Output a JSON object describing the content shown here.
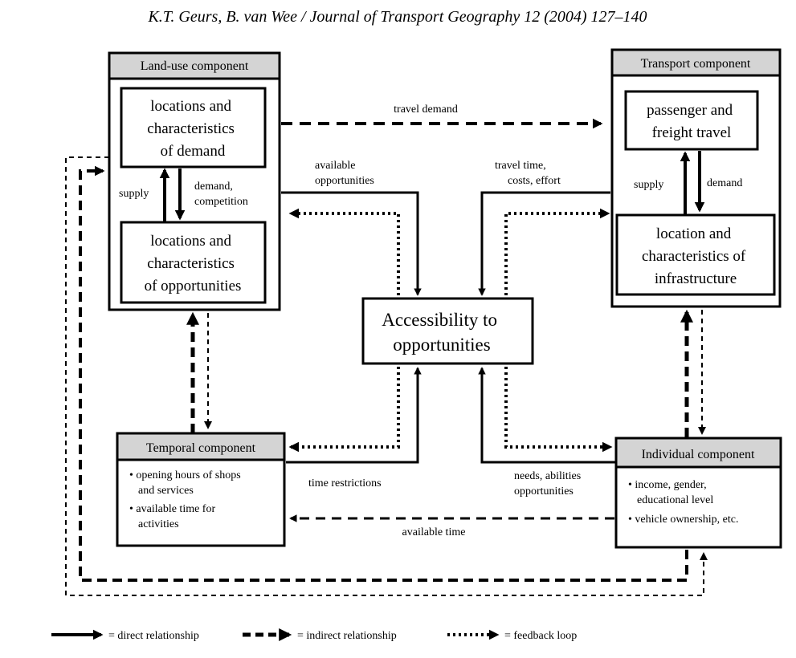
{
  "header": "K.T. Geurs, B. van Wee / Journal of Transport Geography 12 (2004) 127–140",
  "land_use": {
    "title": "Land-use component",
    "demand_box": [
      "locations and",
      "characteristics",
      "of  demand"
    ],
    "opp_box": [
      "locations and",
      "characteristics",
      "of opportunities"
    ],
    "supply": "supply",
    "demand_competition": [
      "demand,",
      "competition"
    ]
  },
  "transport": {
    "title": "Transport component",
    "travel_box": [
      "passenger and",
      "freight travel"
    ],
    "infra_box": [
      "location and",
      "characteristics of",
      "infrastructure"
    ],
    "supply": "supply",
    "demand": "demand"
  },
  "accessibility": [
    "Accessibility to",
    "opportunities"
  ],
  "temporal": {
    "title": "Temporal component",
    "items": [
      [
        "• opening hours of shops",
        "and services"
      ],
      [
        "• available time for",
        "activities"
      ]
    ]
  },
  "individual": {
    "title": "Individual component",
    "items": [
      [
        "• income,  gender,",
        "educational level"
      ],
      [
        "• vehicle ownership, etc."
      ]
    ]
  },
  "labels": {
    "travel_demand": "travel demand",
    "available_opportunities": [
      "available",
      "opportunities"
    ],
    "travel_time": [
      "travel time,",
      "costs, effort"
    ],
    "time_restrictions": "time restrictions",
    "needs": [
      "needs, abilities",
      "opportunities"
    ],
    "available_time": "available time"
  },
  "legend": {
    "direct": "= direct relationship",
    "indirect": "= indirect relationship",
    "feedback": "= feedback loop"
  },
  "colors": {
    "line": "#000000",
    "title_fill": "#d4d4d4",
    "background": "#ffffff"
  }
}
